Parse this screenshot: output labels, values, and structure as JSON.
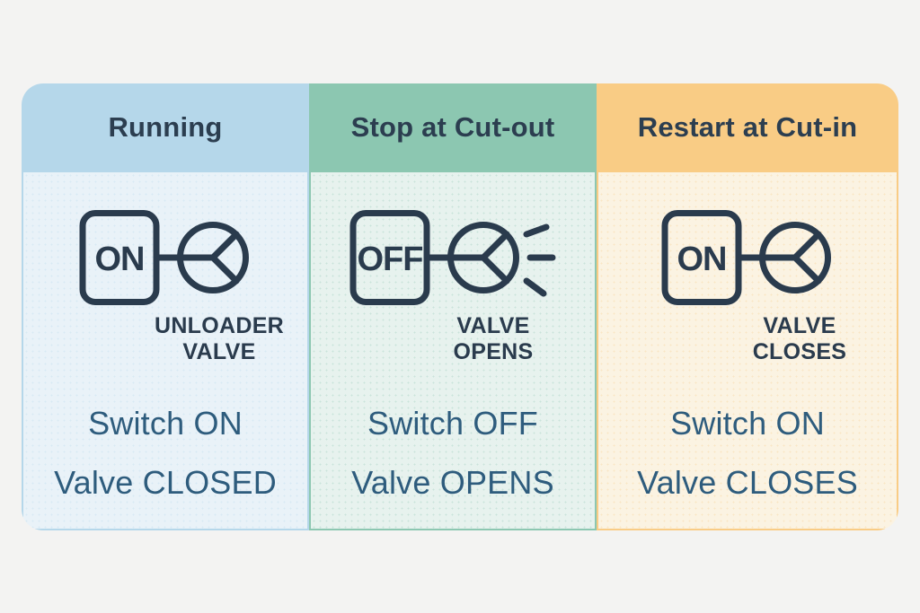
{
  "page": {
    "background": "#f3f3f2",
    "header_text_color": "#2c3e50",
    "icon_stroke_color": "#2a3b4d",
    "body_text_color": "#2e5c7d"
  },
  "columns": [
    {
      "id": "running",
      "header": "Running",
      "accent": "#b5d7ea",
      "tint": "#e9f2f8",
      "switch_label": "ON",
      "valve_label_lines": [
        "UNLOADER",
        "VALVE"
      ],
      "switch_line": "Switch ON",
      "valve_line": "Valve CLOSED",
      "venting": false
    },
    {
      "id": "stop-at-cut-out",
      "header": "Stop at Cut-out",
      "accent": "#8cc7b1",
      "tint": "#e7f2ee",
      "switch_label": "OFF",
      "valve_label_lines": [
        "VALVE",
        "OPENS"
      ],
      "switch_line": "Switch OFF",
      "valve_line": "Valve OPENS",
      "venting": true
    },
    {
      "id": "restart-at-cut-in",
      "header": "Restart at Cut-in",
      "accent": "#f9cc85",
      "tint": "#fbf3e2",
      "switch_label": "ON",
      "valve_label_lines": [
        "VALVE",
        "CLOSES"
      ],
      "switch_line": "Switch ON",
      "valve_line": "Valve CLOSES",
      "venting": false
    }
  ]
}
